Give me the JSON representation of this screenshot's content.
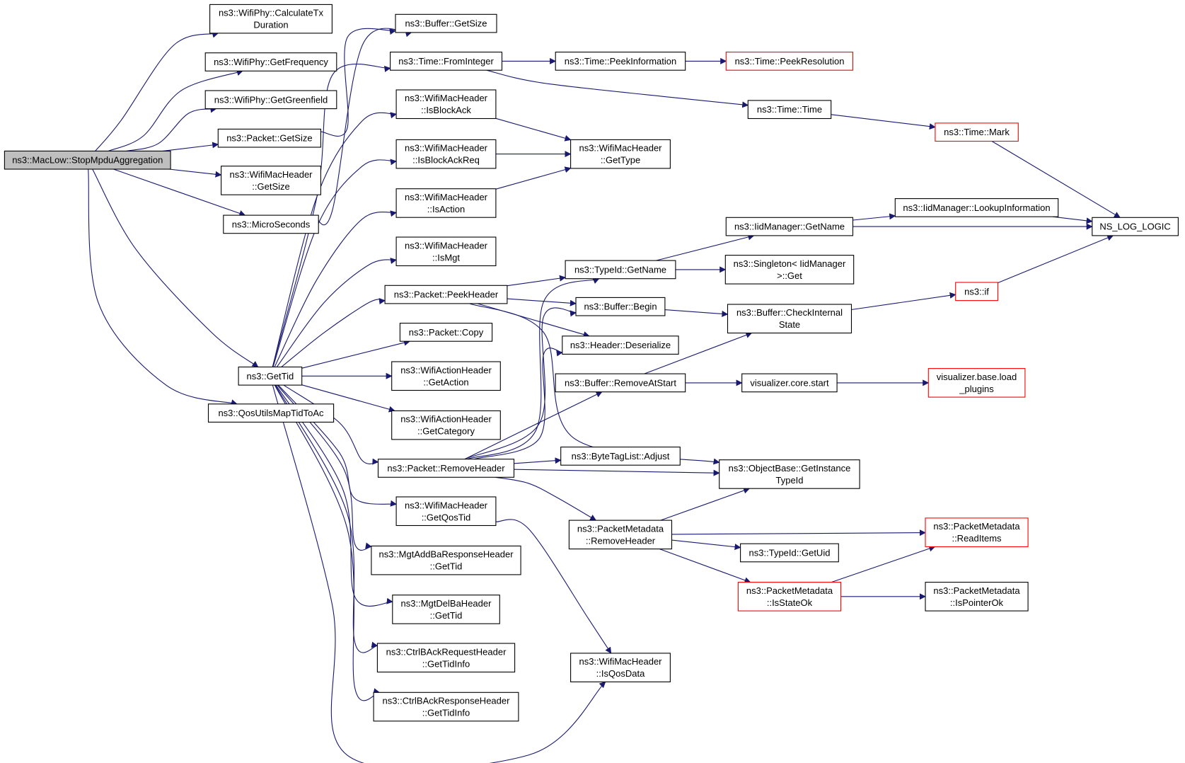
{
  "graph": {
    "nodes": [
      {
        "id": "stop",
        "lines": [
          "ns3::MacLow::StopMpduAggregation"
        ],
        "style": "root"
      },
      {
        "id": "calctx",
        "lines": [
          "ns3::WifiPhy::CalculateTx",
          "Duration"
        ]
      },
      {
        "id": "getfreq",
        "lines": [
          "ns3::WifiPhy::GetFrequency"
        ]
      },
      {
        "id": "getgf",
        "lines": [
          "ns3::WifiPhy::GetGreenfield"
        ]
      },
      {
        "id": "pktsize",
        "lines": [
          "ns3::Packet::GetSize"
        ]
      },
      {
        "id": "whsize",
        "lines": [
          "ns3::WifiMacHeader",
          "::GetSize"
        ]
      },
      {
        "id": "micro",
        "lines": [
          "ns3::MicroSeconds"
        ]
      },
      {
        "id": "gettid",
        "lines": [
          "ns3::GetTid"
        ]
      },
      {
        "id": "qosmap",
        "lines": [
          "ns3::QosUtilsMapTidToAc"
        ]
      },
      {
        "id": "bufsize",
        "lines": [
          "ns3::Buffer::GetSize"
        ]
      },
      {
        "id": "fromint",
        "lines": [
          "ns3::Time::FromInteger"
        ]
      },
      {
        "id": "isback",
        "lines": [
          "ns3::WifiMacHeader",
          "::IsBlockAck"
        ]
      },
      {
        "id": "isbreq",
        "lines": [
          "ns3::WifiMacHeader",
          "::IsBlockAckReq"
        ]
      },
      {
        "id": "isact",
        "lines": [
          "ns3::WifiMacHeader",
          "::IsAction"
        ]
      },
      {
        "id": "ismgt",
        "lines": [
          "ns3::WifiMacHeader",
          "::IsMgt"
        ]
      },
      {
        "id": "peekhdr",
        "lines": [
          "ns3::Packet::PeekHeader"
        ]
      },
      {
        "id": "copy",
        "lines": [
          "ns3::Packet::Copy"
        ]
      },
      {
        "id": "getact",
        "lines": [
          "ns3::WifiActionHeader",
          "::GetAction"
        ]
      },
      {
        "id": "getcat",
        "lines": [
          "ns3::WifiActionHeader",
          "::GetCategory"
        ]
      },
      {
        "id": "rmhdr",
        "lines": [
          "ns3::Packet::RemoveHeader"
        ]
      },
      {
        "id": "getqos",
        "lines": [
          "ns3::WifiMacHeader",
          "::GetQosTid"
        ]
      },
      {
        "id": "mgtadd",
        "lines": [
          "ns3::MgtAddBaResponseHeader",
          "::GetTid"
        ]
      },
      {
        "id": "mgtdel",
        "lines": [
          "ns3::MgtDelBaHeader",
          "::GetTid"
        ]
      },
      {
        "id": "ctrlreq",
        "lines": [
          "ns3::CtrlBAckRequestHeader",
          "::GetTidInfo"
        ]
      },
      {
        "id": "ctrlres",
        "lines": [
          "ns3::CtrlBAckResponseHeader",
          "::GetTidInfo"
        ]
      },
      {
        "id": "peekinf",
        "lines": [
          "ns3::Time::PeekInformation"
        ]
      },
      {
        "id": "peekres",
        "lines": [
          "ns3::Time::PeekResolution"
        ],
        "style": "red"
      },
      {
        "id": "timet",
        "lines": [
          "ns3::Time::Time"
        ]
      },
      {
        "id": "gettype",
        "lines": [
          "ns3::WifiMacHeader",
          "::GetType"
        ]
      },
      {
        "id": "tidname",
        "lines": [
          "ns3::TypeId::GetName"
        ]
      },
      {
        "id": "bufbeg",
        "lines": [
          "ns3::Buffer::Begin"
        ]
      },
      {
        "id": "hdrdes",
        "lines": [
          "ns3::Header::Deserialize"
        ]
      },
      {
        "id": "bufrm",
        "lines": [
          "ns3::Buffer::RemoveAtStart"
        ]
      },
      {
        "id": "btladj",
        "lines": [
          "ns3::ByteTagList::Adjust"
        ]
      },
      {
        "id": "pmrm",
        "lines": [
          "ns3::PacketMetadata",
          "::RemoveHeader"
        ]
      },
      {
        "id": "isqos",
        "lines": [
          "ns3::WifiMacHeader",
          "::IsQosData"
        ]
      },
      {
        "id": "timemk",
        "lines": [
          "ns3::Time::Mark"
        ],
        "style": "red"
      },
      {
        "id": "iidname",
        "lines": [
          "ns3::IidManager::GetName"
        ]
      },
      {
        "id": "single",
        "lines": [
          "ns3::Singleton< IidManager",
          ">::Get"
        ]
      },
      {
        "id": "chkint",
        "lines": [
          "ns3::Buffer::CheckInternal",
          "State"
        ]
      },
      {
        "id": "viscore",
        "lines": [
          "visualizer.core.start"
        ]
      },
      {
        "id": "objbase",
        "lines": [
          "ns3::ObjectBase::GetInstance",
          "TypeId"
        ]
      },
      {
        "id": "getuid",
        "lines": [
          "ns3::TypeId::GetUid"
        ]
      },
      {
        "id": "isstate",
        "lines": [
          "ns3::PacketMetadata",
          "::IsStateOk"
        ],
        "style": "red"
      },
      {
        "id": "lookup",
        "lines": [
          "ns3::IidManager::LookupInformation"
        ]
      },
      {
        "id": "nslog",
        "lines": [
          "NS_LOG_LOGIC"
        ]
      },
      {
        "id": "nsif",
        "lines": [
          "ns3::if"
        ],
        "style": "red"
      },
      {
        "id": "visbase",
        "lines": [
          "visualizer.base.load",
          "_plugins"
        ],
        "style": "red"
      },
      {
        "id": "readit",
        "lines": [
          "ns3::PacketMetadata",
          "::ReadItems"
        ],
        "style": "red"
      },
      {
        "id": "isptr",
        "lines": [
          "ns3::PacketMetadata",
          "::IsPointerOk"
        ]
      }
    ]
  }
}
